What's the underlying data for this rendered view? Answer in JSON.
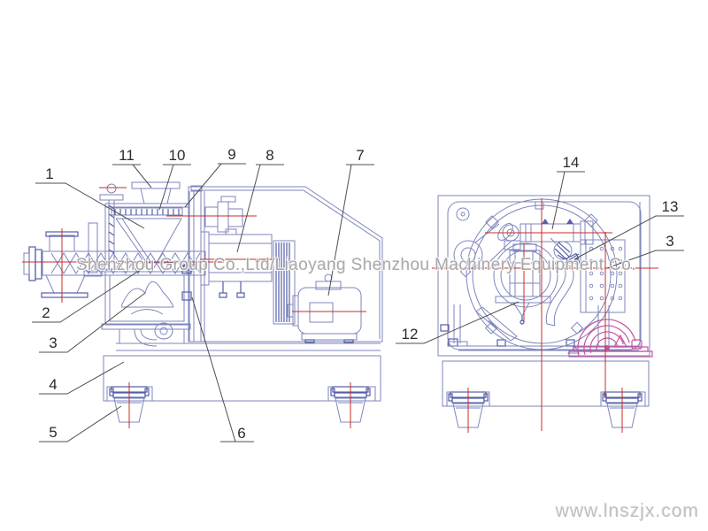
{
  "watermark": {
    "text": "Shenzhou Group Co.,Ltd/Liaoyang Shenzhou Machinery Equipment Co."
  },
  "website": {
    "text": "www.lnszjx.com"
  },
  "drawing": {
    "colors": {
      "line": "#7d86bc",
      "line_dark": "#555fa6",
      "centerline": "#cc2b25",
      "accent": "#c4539f",
      "leader": "#4f4f4f",
      "label": "#2b2b2b",
      "watermark": "#a2a2a2",
      "website": "#c0c0c0"
    },
    "callouts": [
      {
        "label": "1"
      },
      {
        "label": "2"
      },
      {
        "label": "3"
      },
      {
        "label": "4"
      },
      {
        "label": "5"
      },
      {
        "label": "6"
      },
      {
        "label": "7"
      },
      {
        "label": "8"
      },
      {
        "label": "9"
      },
      {
        "label": "10"
      },
      {
        "label": "11"
      },
      {
        "label": "12"
      },
      {
        "label": "13"
      },
      {
        "label": "14"
      },
      {
        "label": "3"
      }
    ]
  }
}
